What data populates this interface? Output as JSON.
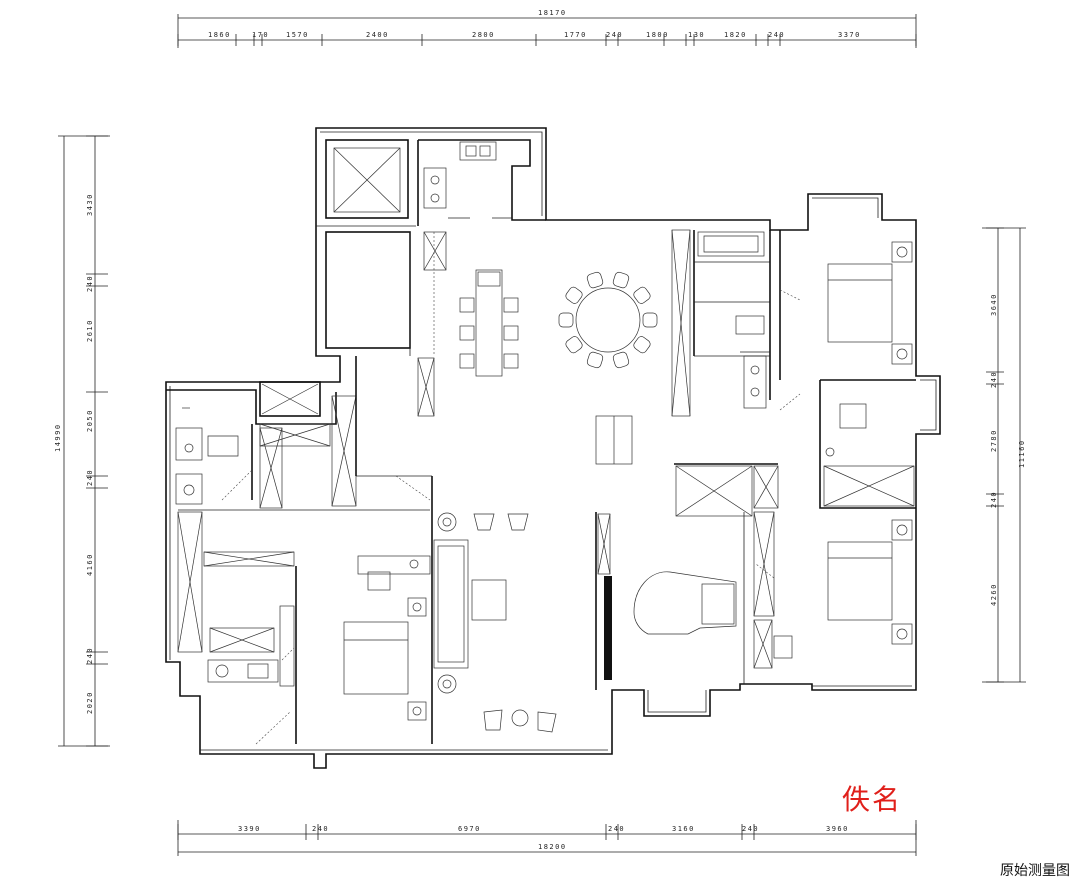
{
  "dimensions": {
    "top_total": "18170",
    "top_segments": [
      "1860",
      "170",
      "1570",
      "2400",
      "2800",
      "1770",
      "240",
      "1800",
      "130",
      "1820",
      "240",
      "3370"
    ],
    "bottom_total": "18200",
    "bottom_segments": [
      "3390",
      "240",
      "6970",
      "240",
      "3160",
      "240",
      "3960"
    ],
    "left_total": "14990",
    "left_segments": [
      "3430",
      "240",
      "2610",
      "2050",
      "240",
      "4160",
      "240",
      "2020"
    ],
    "right_total": "11160",
    "right_segments": [
      "3640",
      "240",
      "2780",
      "240",
      "4260"
    ]
  },
  "stamp_text": "佚名",
  "caption": "原始测量图",
  "colors": {
    "line": "#111111",
    "stamp": "#e0201b",
    "background": "#ffffff"
  }
}
